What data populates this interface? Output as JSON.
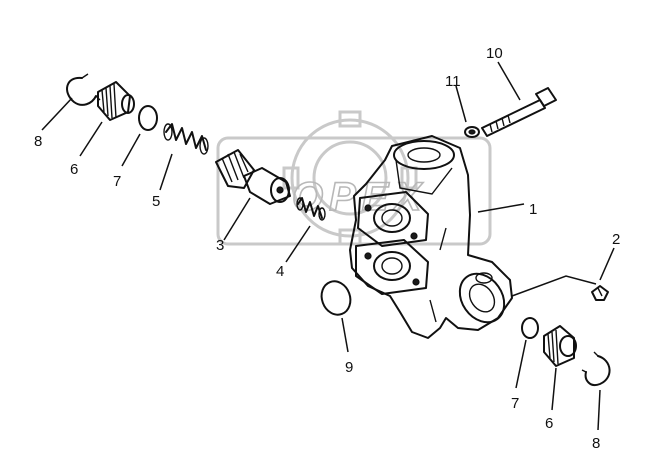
{
  "diagram": {
    "watermark": {
      "text": "OPEX"
    },
    "callouts": [
      {
        "id": "c1",
        "label": "1"
      },
      {
        "id": "c2",
        "label": "2"
      },
      {
        "id": "c3",
        "label": "3"
      },
      {
        "id": "c4",
        "label": "4"
      },
      {
        "id": "c5",
        "label": "5"
      },
      {
        "id": "c6a",
        "label": "6"
      },
      {
        "id": "c6b",
        "label": "6"
      },
      {
        "id": "c7a",
        "label": "7"
      },
      {
        "id": "c7b",
        "label": "7"
      },
      {
        "id": "c8a",
        "label": "8"
      },
      {
        "id": "c8b",
        "label": "8"
      },
      {
        "id": "c9",
        "label": "9"
      },
      {
        "id": "c10",
        "label": "10"
      },
      {
        "id": "c11",
        "label": "11"
      }
    ],
    "line_color": "#111111",
    "watermark_color": "#c9c9c9"
  }
}
